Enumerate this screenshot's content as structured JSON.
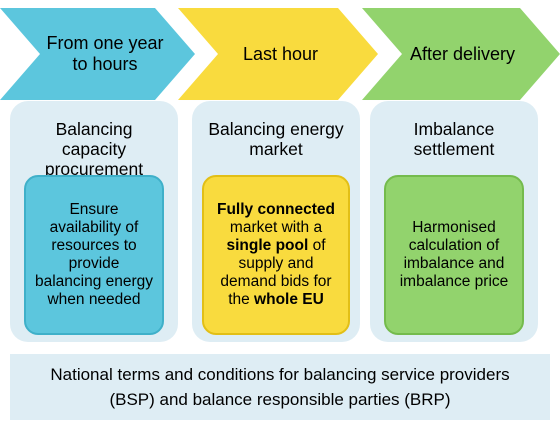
{
  "colors": {
    "chevron_1": "#5cc6dd",
    "chevron_2": "#f9db3e",
    "chevron_3": "#92d36d",
    "panel_bg": "#deedf4"
  },
  "stages": [
    {
      "label": "From one year to hours",
      "title": "Balancing capacity procurement",
      "detail": [
        {
          "text": "Ensure availability of resources to provide balancing energy when needed",
          "bold": false
        }
      ]
    },
    {
      "label": "Last hour",
      "title": "Balancing energy market",
      "detail": [
        {
          "text": "Fully connected",
          "bold": true
        },
        {
          "text": " market with a ",
          "bold": false
        },
        {
          "text": "single pool",
          "bold": true
        },
        {
          "text": " of supply and demand bids for the ",
          "bold": false
        },
        {
          "text": "whole EU",
          "bold": true
        }
      ]
    },
    {
      "label": "After delivery",
      "title": "Imbalance settlement",
      "detail": [
        {
          "text": "Harmonised calculation of imbalance and imbalance price",
          "bold": false
        }
      ]
    }
  ],
  "footer": "National terms and conditions for balancing service providers (BSP) and balance responsible parties (BRP)"
}
